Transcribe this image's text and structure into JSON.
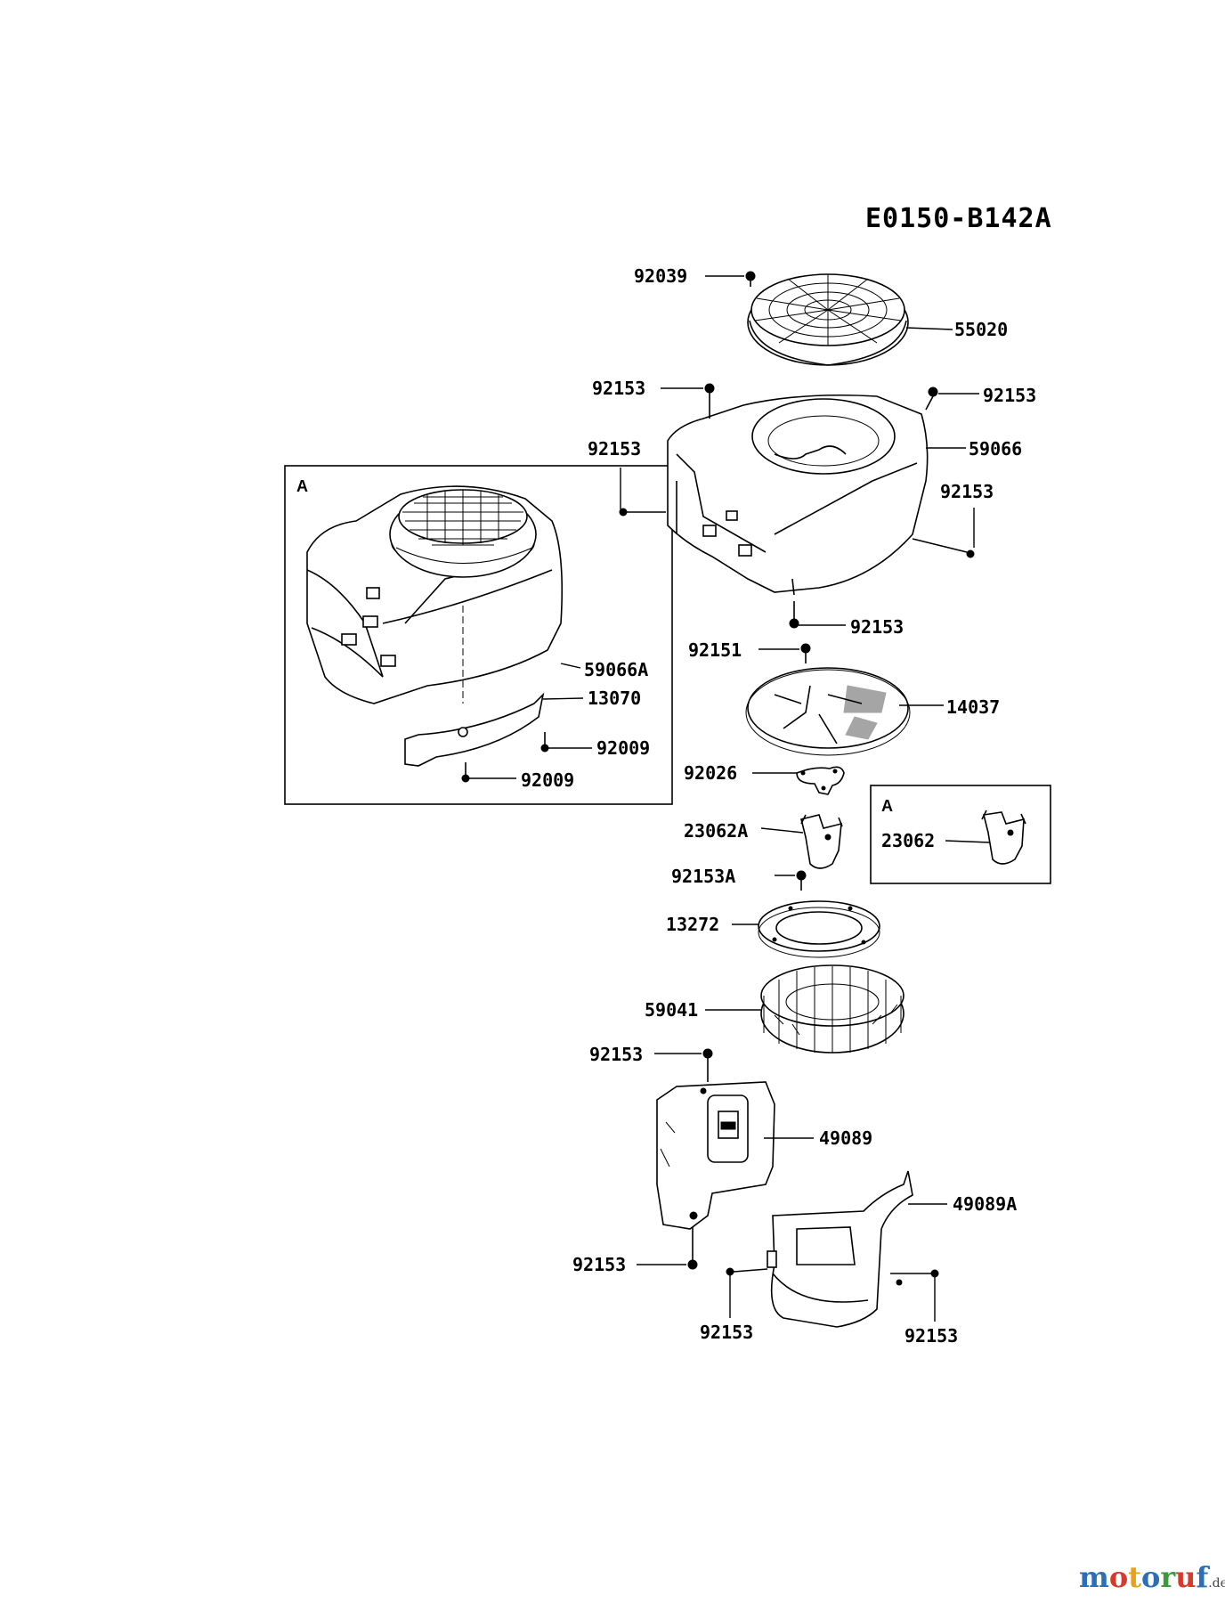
{
  "diagram_code": "E0150-B142A",
  "inset_main": {
    "letter": "A",
    "labels": [
      "59066A",
      "13070",
      "92009",
      "92009"
    ]
  },
  "inset_small": {
    "letter": "A",
    "labels": [
      "23062"
    ]
  },
  "parts": [
    "92039",
    "55020",
    "92153",
    "92153",
    "59066",
    "92153",
    "92153",
    "92153",
    "92151",
    "14037",
    "92026",
    "23062A",
    "92153A",
    "13272",
    "59041",
    "92153",
    "49089",
    "49089A",
    "92153",
    "92153",
    "92153"
  ],
  "brand": {
    "name": "motoruf",
    "suffix": ".de",
    "colors": [
      "#2a6fb8",
      "#d63a2a",
      "#e8a21a",
      "#2a6fb8",
      "#3a9a3a",
      "#d63a2a",
      "#2a6fb8"
    ]
  }
}
